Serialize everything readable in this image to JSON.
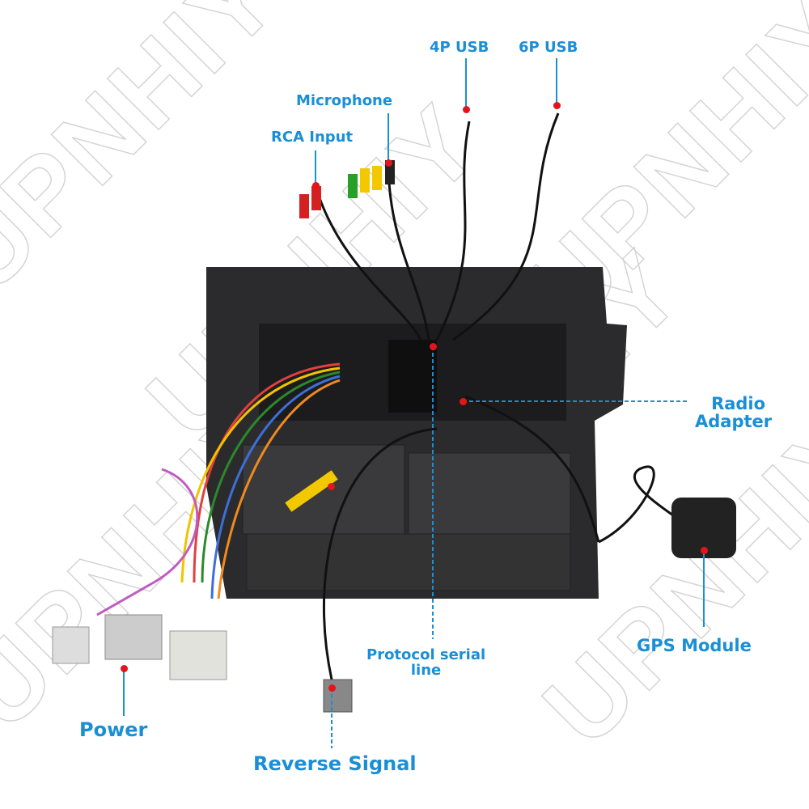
{
  "watermark": "UPNHIY",
  "accent_color": "#1a8fd6",
  "marker_color": "#e3151a",
  "labels": {
    "usb4p": "4P USB",
    "usb6p": "6P USB",
    "microphone": "Microphone",
    "rca_input": "RCA Input",
    "radio_adapter_1": "Radio",
    "radio_adapter_2": "Adapter",
    "gps_module": "GPS Module",
    "protocol_1": "Protocol serial",
    "protocol_2": "line",
    "power": "Power",
    "reverse_signal": "Reverse Signal"
  }
}
